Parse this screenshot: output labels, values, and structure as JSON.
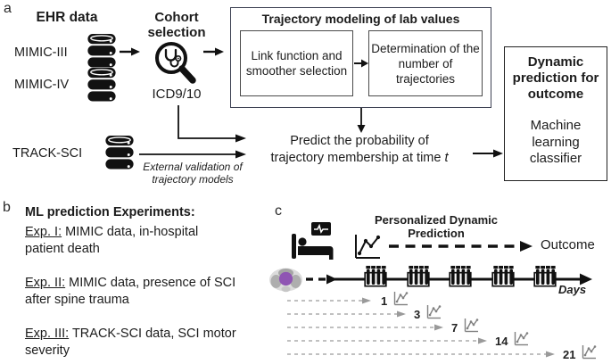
{
  "colors": {
    "ink": "#111111",
    "trajectory_box_border": "#3e4254",
    "inner_box_border": "#4a4a4a",
    "gray_arrow": "#9a9a9a",
    "mini_chart_gray": "#808080",
    "cord_purple": "#8f55b3",
    "cord_gray_light": "#dcdcdc",
    "cord_gray_dark": "#a5a5a5"
  },
  "panel_a": {
    "label": "a",
    "ehr_title": "EHR data",
    "db1": "MIMIC-III",
    "db2": "MIMIC-IV",
    "db3": "TRACK-SCI",
    "cohort_title": "Cohort selection",
    "cohort_code": "ICD9/10",
    "trajectory_title": "Trajectory modeling of lab values",
    "step1": "Link function and smoother selection",
    "step2": "Determination of the number of trajectories",
    "predict_line1": "Predict the probability of",
    "predict_line2": "trajectory membership at time ",
    "predict_time_var": "t",
    "external_validation_line1": "External validation of",
    "external_validation_line2": "trajectory models",
    "outcome_box_title": "Dynamic prediction for outcome",
    "outcome_box_subtitle": "Machine learning classifier"
  },
  "panel_b": {
    "label": "b",
    "title": "ML prediction Experiments:",
    "experiments": [
      {
        "label": "Exp. I:",
        "line1": " MIMIC data, in-hospital",
        "line2": "patient death"
      },
      {
        "label": "Exp. II:",
        "line1": " MIMIC data, presence of SCI",
        "line2": "after spine trauma"
      },
      {
        "label": "Exp. III:",
        "line1": " TRACK-SCI data, SCI motor",
        "line2": "severity"
      }
    ]
  },
  "panel_c": {
    "label": "c",
    "title": "Personalized Dynamic Prediction",
    "outcome_label": "Outcome",
    "axis_label": "Days",
    "prediction_days": [
      "1",
      "3",
      "7",
      "14",
      "21"
    ],
    "icon_names": [
      "hospital-bed-icon",
      "vital-monitor-icon",
      "line-chart-icon",
      "spinal-cord-cross-section-icon",
      "lab-sample-rack-icon",
      "mini-chart-icon"
    ]
  }
}
